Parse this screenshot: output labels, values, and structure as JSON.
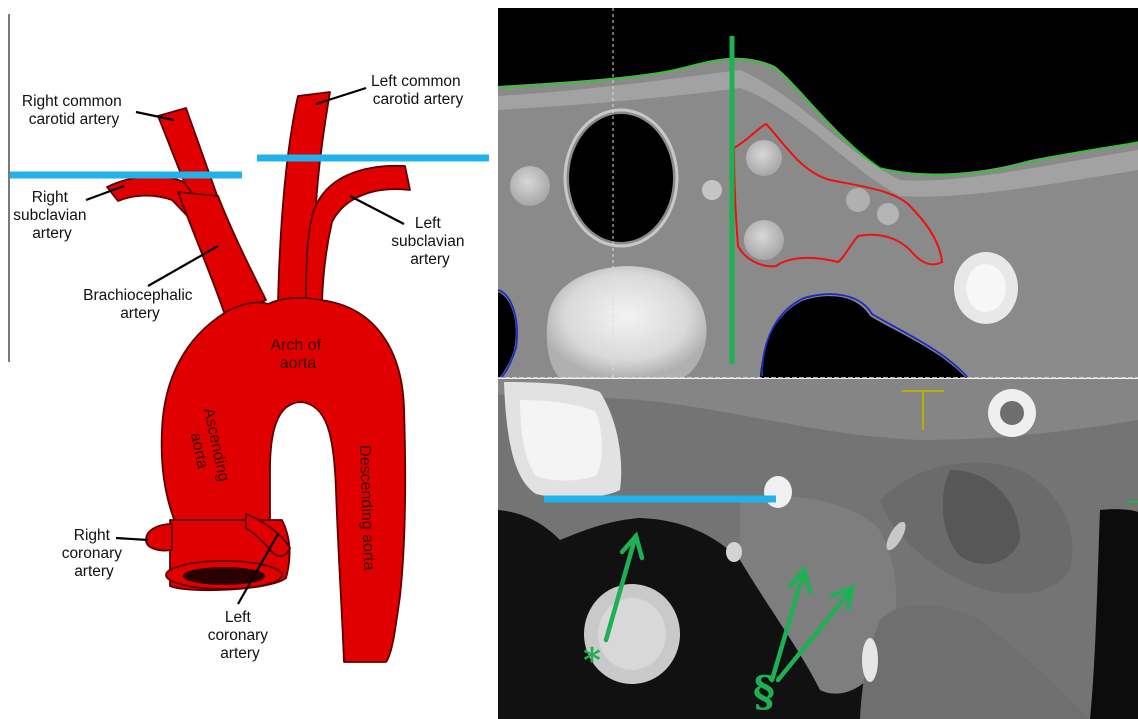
{
  "diagram": {
    "labels": {
      "right_common_carotid": [
        "Right common",
        "carotid artery"
      ],
      "left_common_carotid": [
        "Left common",
        "carotid artery"
      ],
      "right_subclavian": [
        "Right",
        "subclavian",
        "artery"
      ],
      "left_subclavian": [
        "Left",
        "subclavian",
        "artery"
      ],
      "brachiocephalic": [
        "Brachiocephalic",
        "artery"
      ],
      "arch": [
        "Arch of",
        "aorta"
      ],
      "ascending": [
        "Ascending",
        "aorta"
      ],
      "descending": "Descending aorta",
      "right_coronary": [
        "Right",
        "coronary",
        "artery"
      ],
      "left_coronary": [
        "Left",
        "coronary",
        "artery"
      ]
    }
  },
  "ct": {
    "markers": {
      "asterisk": "*",
      "section": "§"
    }
  },
  "colors": {
    "vessel": "#e00000",
    "vessel_dark": "#8c0000",
    "level_line": "#21b2ec",
    "contour_outer": "#27cc27",
    "contour_target": "#ee1111",
    "contour_airway": "#1a2bc8",
    "marker": "#1db054",
    "crosshair_yellow": "#b8b000"
  }
}
